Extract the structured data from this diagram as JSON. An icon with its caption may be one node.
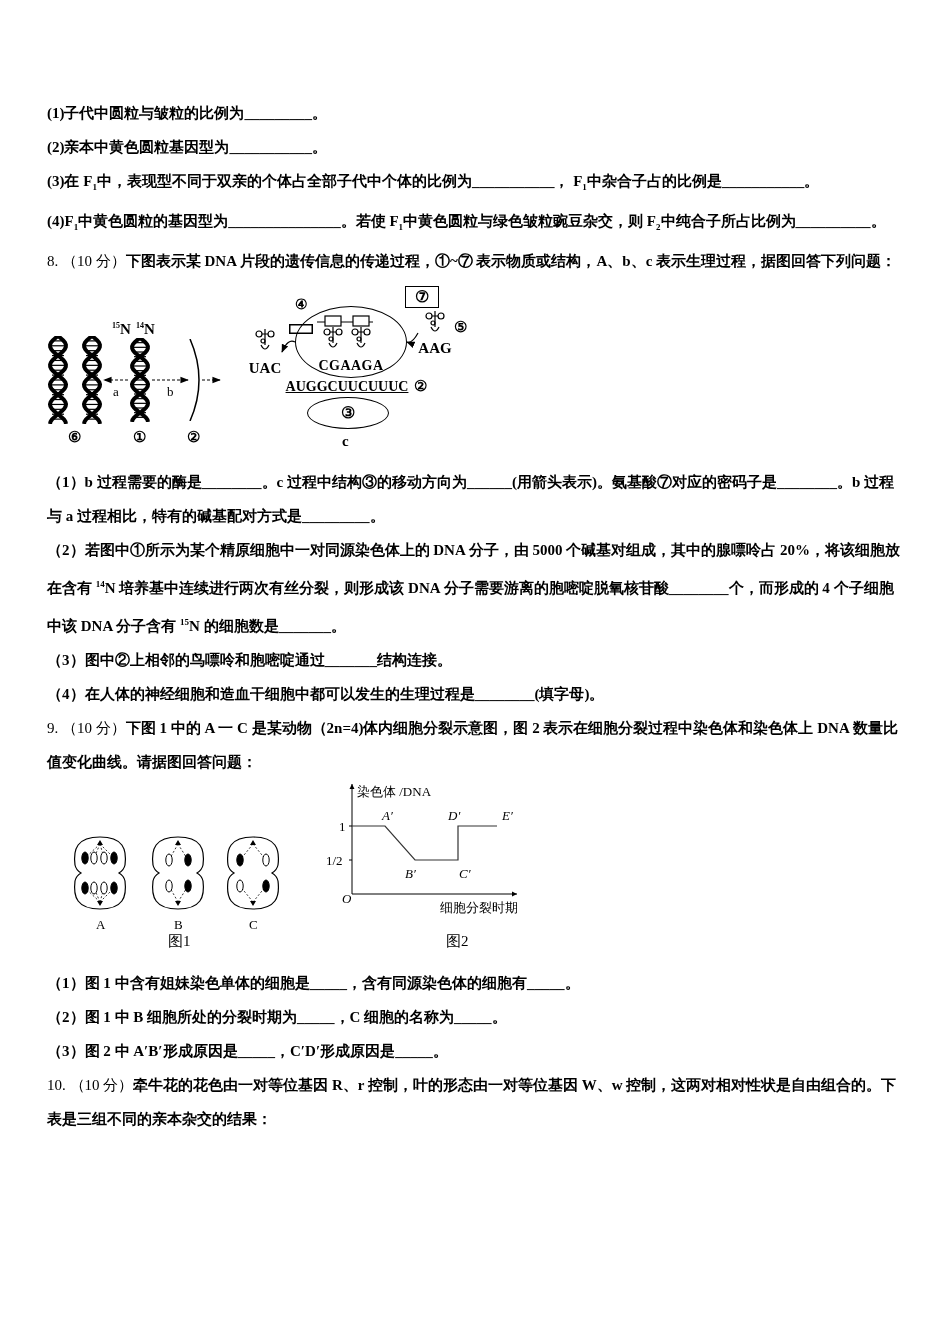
{
  "diagram": {
    "nodes": [
      {
        "text": [],
        "shape": "picture",
        "beside": [
          "⑥"
        ]
      },
      {
        "text": [],
        "shape": "picture",
        "beside": [
          "$^{15}$N",
          "$^{14}$N",
          "①"
        ]
      },
      {
        "text": [],
        "shape": "picture",
        "beside": [
          "②"
        ]
      },
      {
        "text": [
          "⑦"
        ]
      },
      {
        "text": [
          "④"
        ]
      },
      {
        "text": [
          "UAC"
        ]
      },
      {
        "text": [
          "CGAAGA"
        ]
      },
      {
        "text": [
          "AAG"
        ],
        "beside": [
          "⑤"
        ]
      },
      {
        "text": [
          "AUGGCUUCUUUC"
        ],
        "beside": [
          "②"
        ]
      },
      {
        "text": [
          "③"
        ],
        "beside": [
          "c"
        ]
      }
    ],
    "edges": [
      {
        "from": 1,
        "to": 0,
        "arrow": "to",
        "label": "a",
        "style": "dashed"
      },
      {
        "from": 1,
        "to": 2,
        "arrow": "to",
        "label": "b",
        "style": "dashed"
      },
      {
        "from": 2,
        "to": null,
        "arrow": "to",
        "style": "dashed"
      },
      {
        "from": 6,
        "to": 5,
        "arrow": "to"
      },
      {
        "from": 7,
        "to": 6,
        "arrow": "to"
      }
    ],
    "labels": [
      "(1)子代中圆粒与皱粒的比例为_________。",
      "(2)亲本中黄色圆粒基因型为___________。",
      "(3)在 F$_{1}$中，表现型不同于双亲的个体占全部子代中个体的比例为___________， F$_{1}$中杂合子占的比例是___________。",
      "(4)F$_{1}$中黄色圆粒的基因型为_______________。若使 F$_{1}$中黄色圆粒与绿色皱粒豌豆杂交，则 F$_{2}$中纯合子所占比例为__________。",
      "8. （10 分）**下图表示某 DNA 片段的遗传信息的传递过程，①~⑦ 表示物质或结构，A、b、c 表示生理过程，据图回答下列问题：**",
      "（1）b 过程需要的酶是________。c 过程中结构③的移动方向为______(用箭头表示)。氨基酸⑦对应的密码子是________。b 过程与 a 过程相比，特有的碱基配对方式是_________。",
      "（2）若图中①所示为某个精原细胞中一对同源染色体上的 DNA 分子，由 5000 个碱基对组成，其中的腺嘌呤占 20%，将该细胞放在含有 $^{14}$N 培养基中连续进行两次有丝分裂，则形成该 DNA 分子需要游离的胞嘧啶脱氧核苷酸________个，而形成的 4 个子细胞中该 DNA 分子含有 $^{15}$N 的细胞数是_______。",
      "（3）图中②上相邻的鸟嘌呤和胞嘧啶通过_______结构连接。",
      "（4）在人体的神经细胞和造血干细胞中都可以发生的生理过程是________(填字母)。",
      "9. （10 分）**下图 1 中的 A 一 C 是某动物（2n=4)体内细胞分裂示意图，图 2 表示在细胞分裂过程中染色体和染色体上 DNA 数量比值变化曲线。请据图回答问题：**",
      "A",
      "B",
      "C",
      "图1",
      "染色体 /DNA",
      "A′",
      "D′",
      "E′",
      "1",
      "1/2",
      "B′",
      "C′",
      "O",
      "细胞分裂时期",
      "图2",
      "（1）图 1 中含有姐妹染色单体的细胞是_____，含有同源染色体的细胞有_____。",
      "（2）图 1 中 B 细胞所处的分裂时期为_____，C 细胞的名称为_____。",
      "（3）图 2 中 A′B′形成原因是_____，C′D′形成原因是_____。",
      "10. （10 分）**牵牛花的花色由一对等位基因 R、r 控制，叶的形态由一对等位基因 W、w 控制，这两对相对性状是自由组合的。下表是三组不同的亲本杂交的结果：**"
    ]
  }
}
